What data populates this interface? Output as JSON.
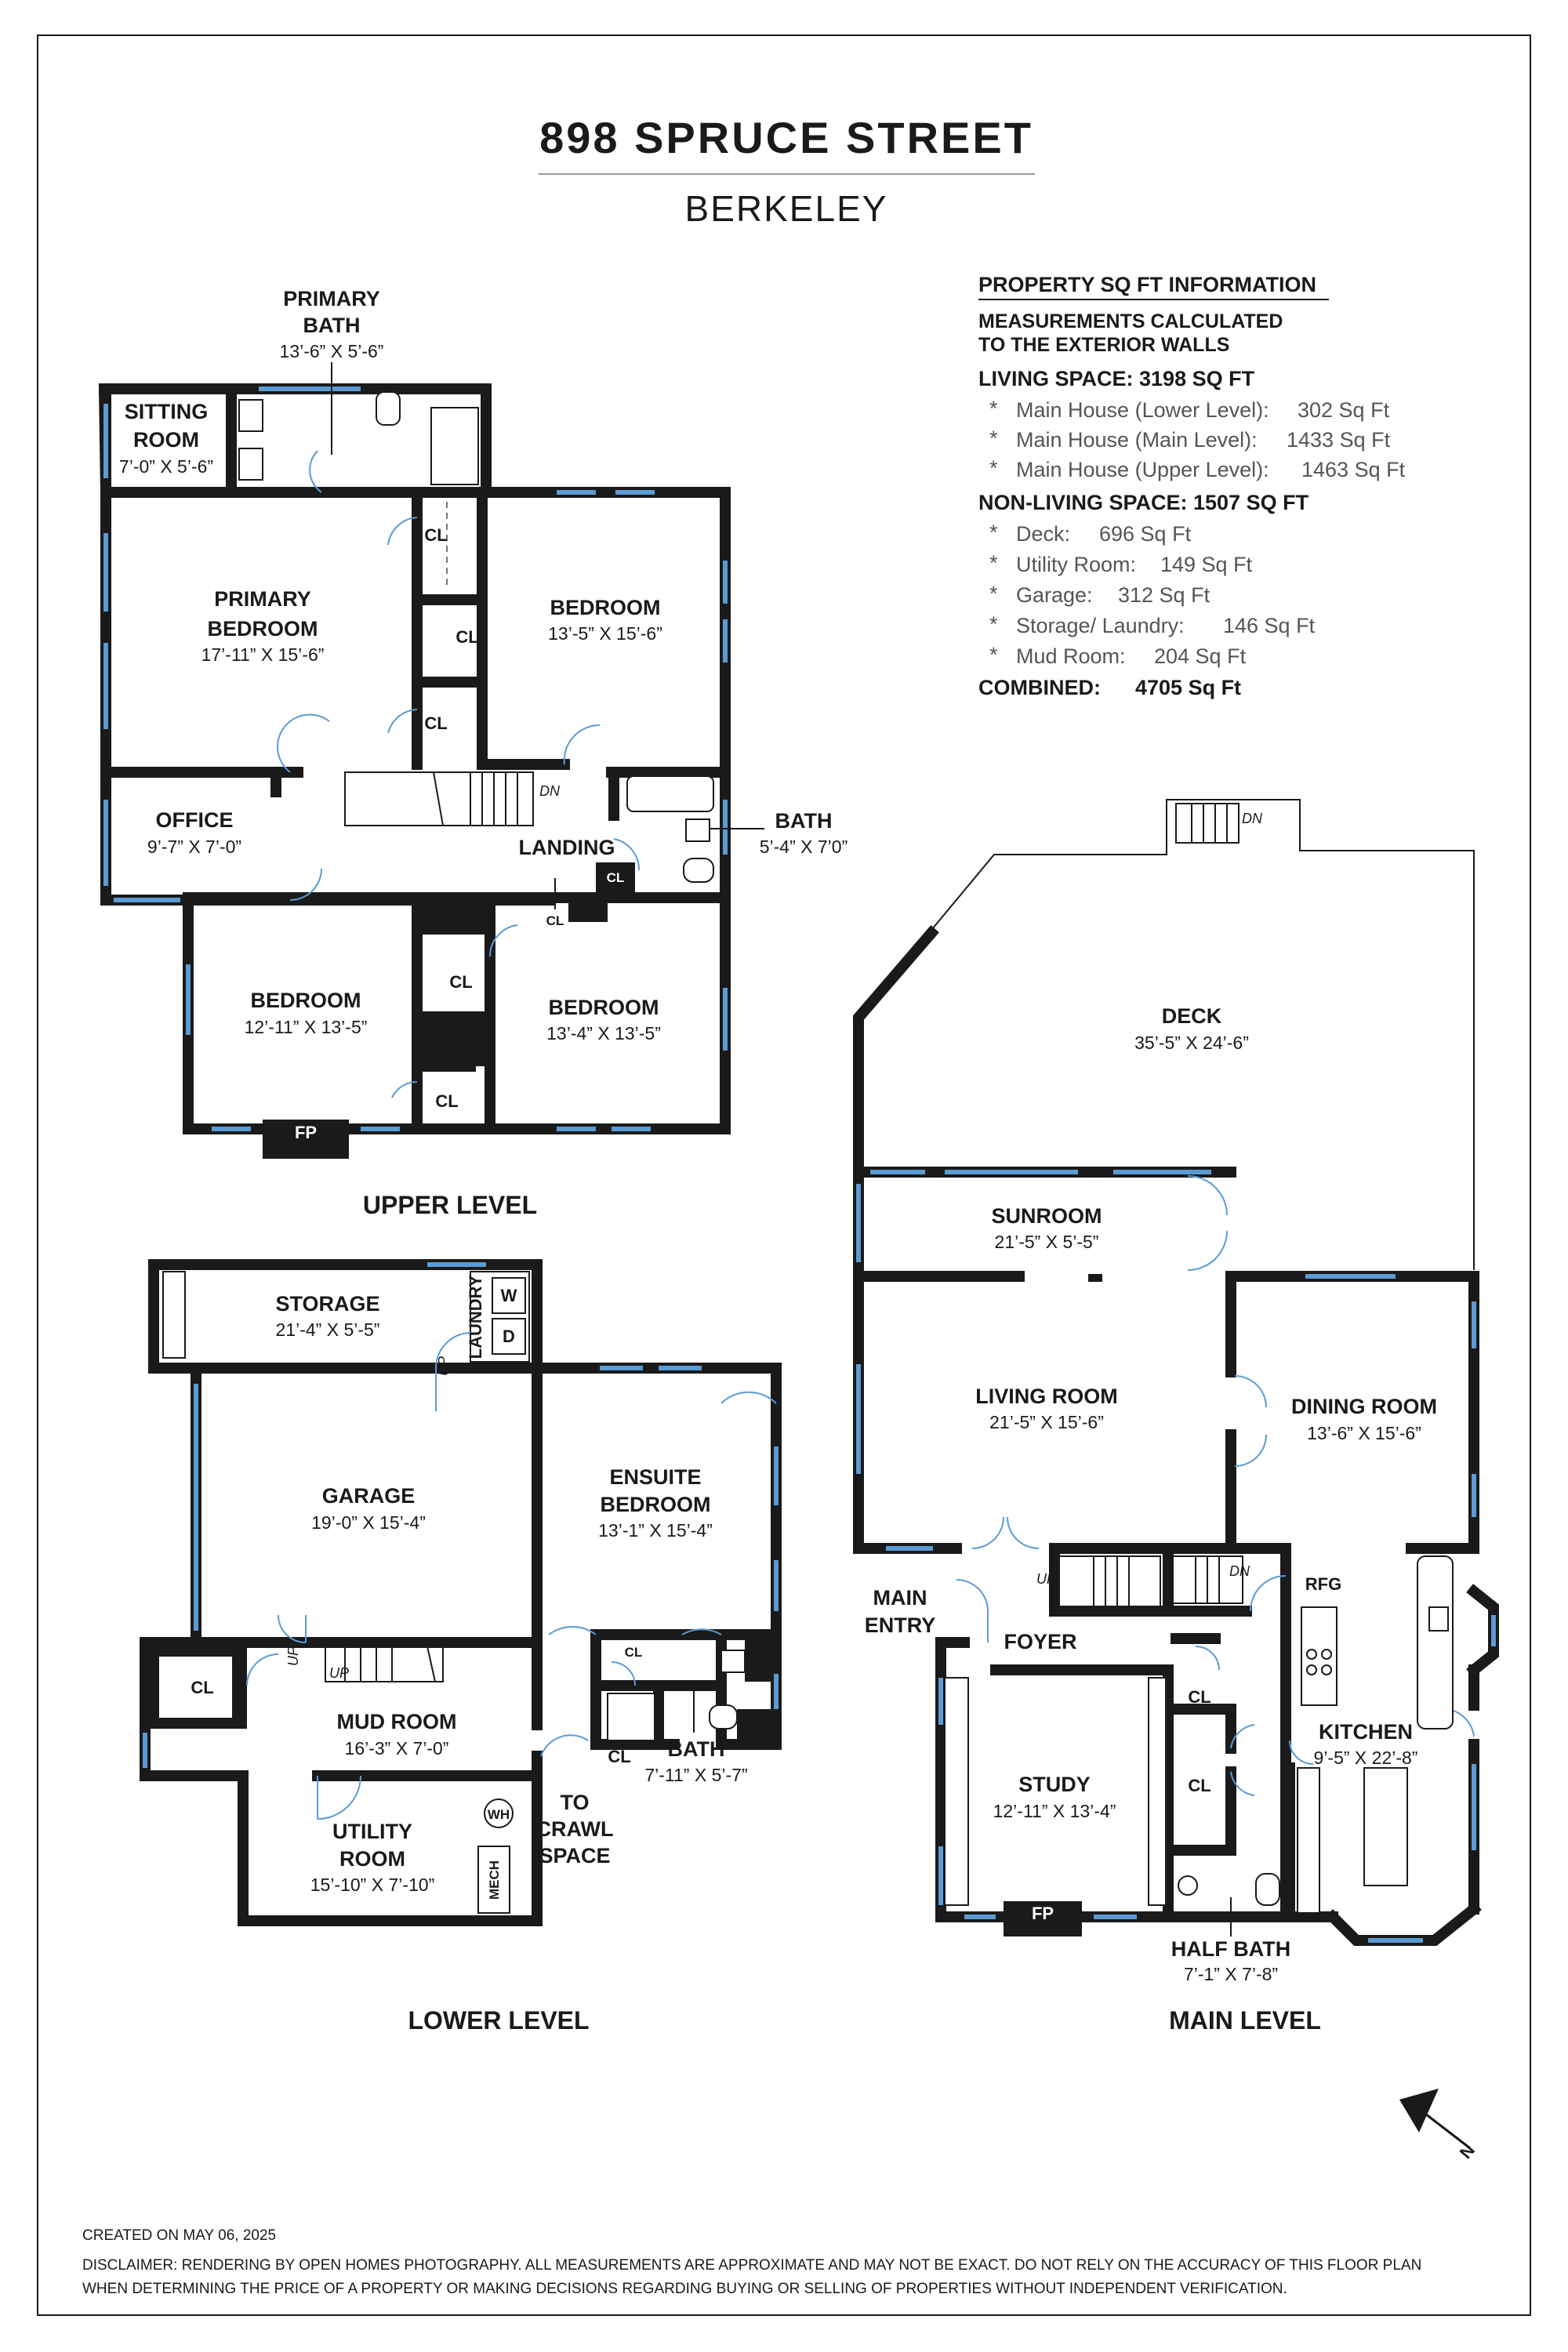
{
  "header": {
    "title": "898 SPRUCE STREET",
    "subtitle": "BERKELEY"
  },
  "info": {
    "heading": "PROPERTY SQ FT INFORMATION",
    "note_line1": "MEASUREMENTS CALCULATED",
    "note_line2": "TO THE EXTERIOR WALLS",
    "living_label": "LIVING SPACE: 3198 SQ FT",
    "living_items": [
      {
        "label": "Main House (Lower Level):",
        "value": "302 Sq Ft"
      },
      {
        "label": "Main House (Main Level):",
        "value": "1433 Sq Ft"
      },
      {
        "label": "Main House (Upper Level):",
        "value": "1463 Sq Ft"
      }
    ],
    "nonliving_label": "NON-LIVING SPACE: 1507 SQ FT",
    "nonliving_items": [
      {
        "label": "Deck:",
        "value": "696 Sq Ft"
      },
      {
        "label": "Utility Room:",
        "value": "149 Sq Ft"
      },
      {
        "label": "Garage:",
        "value": "312 Sq Ft"
      },
      {
        "label": "Storage/ Laundry:",
        "value": "146 Sq Ft"
      },
      {
        "label": "Mud Room:",
        "value": "204 Sq Ft"
      }
    ],
    "bullet": "*",
    "combined_label": "COMBINED:",
    "combined_value": "4705  Sq Ft"
  },
  "levels": {
    "upper": "UPPER LEVEL",
    "lower": "LOWER LEVEL",
    "main": "MAIN LEVEL"
  },
  "upper_rooms": {
    "primary_bath": {
      "name1": "PRIMARY",
      "name2": "BATH",
      "dim": "13’-6” X 5’-6”"
    },
    "sitting_room": {
      "name1": "SITTING",
      "name2": "ROOM",
      "dim": "7’-0” X 5’-6”"
    },
    "primary_bedroom": {
      "name1": "PRIMARY",
      "name2": "BEDROOM",
      "dim": "17’-11” X 15’-6”"
    },
    "bedroom_ne": {
      "name": "BEDROOM",
      "dim": "13’-5” X 15’-6”"
    },
    "office": {
      "name": "OFFICE",
      "dim": "9’-7” X 7’-0”"
    },
    "landing": {
      "name": "LANDING"
    },
    "bath": {
      "name": "BATH",
      "dim": "5’-4” X 7’0”"
    },
    "bedroom_sw": {
      "name": "BEDROOM",
      "dim": "12’-11” X 13’-5”"
    },
    "bedroom_se": {
      "name": "BEDROOM",
      "dim": "13’-4” X 13’-5”"
    },
    "cl": "CL",
    "fp": "FP",
    "dn": "DN"
  },
  "lower_rooms": {
    "storage": {
      "name": "STORAGE",
      "dim": "21’-4” X 5’-5”"
    },
    "laundry": "LAUNDRY",
    "washer": "W",
    "dryer": "D",
    "up": "UP",
    "garage": {
      "name": "GARAGE",
      "dim": "19’-0” X 15’-4”"
    },
    "ensuite": {
      "name1": "ENSUITE",
      "name2": "BEDROOM",
      "dim": "13’-1” X 15’-4”"
    },
    "mud_room": {
      "name": "MUD ROOM",
      "dim": "16’-3” X 7’-0”"
    },
    "utility": {
      "name1": "UTILITY",
      "name2": "ROOM",
      "dim": "15’-10” X 7’-10”"
    },
    "wh": "WH",
    "mech": "MECH",
    "crawl": {
      "line1": "TO",
      "line2": "CRAWL",
      "line3": "SPACE"
    },
    "bath": {
      "name": "BATH",
      "dim": "7’-11” X 5’-7”"
    },
    "cl": "CL"
  },
  "main_rooms": {
    "deck": {
      "name": "DECK",
      "dim": "35’-5” X 24’-6”"
    },
    "sunroom": {
      "name": "SUNROOM",
      "dim": "21’-5” X 5’-5”"
    },
    "living": {
      "name": "LIVING ROOM",
      "dim": "21’-5” X 15’-6”"
    },
    "dining": {
      "name": "DINING ROOM",
      "dim": "13’-6” X 15’-6”"
    },
    "main_entry": {
      "line1": "MAIN",
      "line2": "ENTRY"
    },
    "foyer": "FOYER",
    "kitchen": {
      "name": "KITCHEN",
      "dim": "9’-5” X 22’-8”"
    },
    "rfg": "RFG",
    "study": {
      "name": "STUDY",
      "dim": "12’-11” X 13’-4”"
    },
    "half_bath": {
      "name": "HALF BATH",
      "dim": "7’-1” X 7’-8”"
    },
    "cl": "CL",
    "fp": "FP",
    "up": "UP",
    "dn": "DN"
  },
  "compass": {
    "label": "N"
  },
  "footer": {
    "created": "CREATED ON MAY 06, 2025",
    "disclaimer1": "DISCLAIMER: RENDERING BY OPEN HOMES PHOTOGRAPHY. ALL MEASUREMENTS ARE APPROXIMATE AND MAY NOT BE EXACT. DO NOT RELY ON THE ACCURACY OF THIS FLOOR PLAN",
    "disclaimer2": "WHEN DETERMINING THE PRICE OF A PROPERTY OR MAKING DECISIONS REGARDING BUYING OR SELLING OF PROPERTIES WITHOUT INDEPENDENT VERIFICATION."
  }
}
